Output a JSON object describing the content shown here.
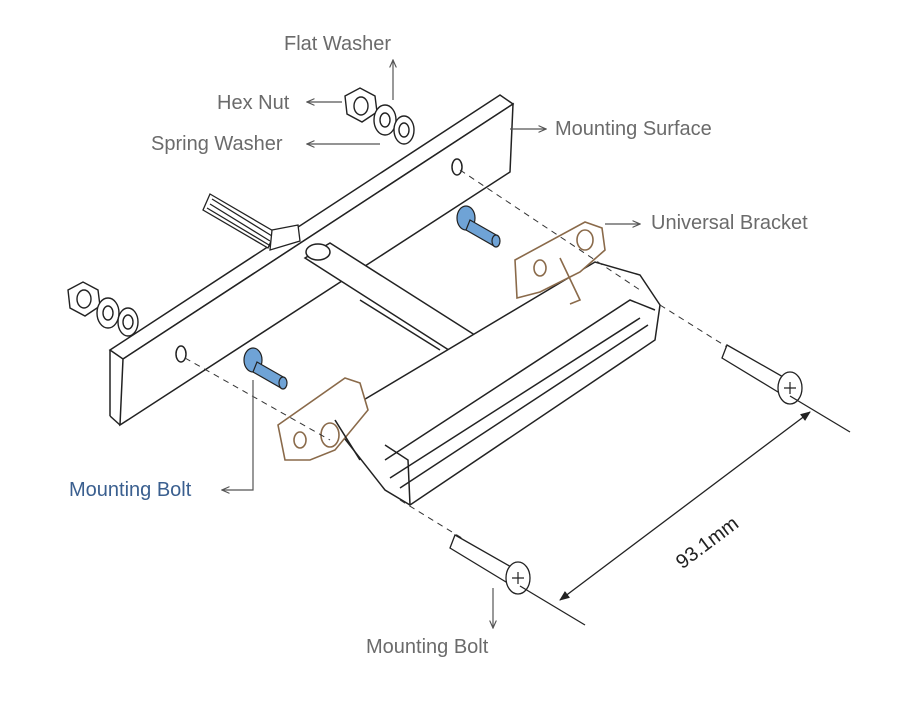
{
  "labels": {
    "flat_washer": "Flat Washer",
    "hex_nut": "Hex Nut",
    "spring_washer": "Spring Washer",
    "mounting_surface": "Mounting Surface",
    "universal_bracket": "Universal Bracket",
    "mounting_bolt_left": "Mounting Bolt",
    "mounting_bolt_bottom": "Mounting Bolt"
  },
  "dimension": {
    "length": "93.1mm"
  },
  "colors": {
    "line": "#222222",
    "bracket": "#8a6a4a",
    "bolt_fill": "#6fa3d6",
    "bolt_label": "#3a5f8f",
    "label": "#6b6b6b"
  }
}
